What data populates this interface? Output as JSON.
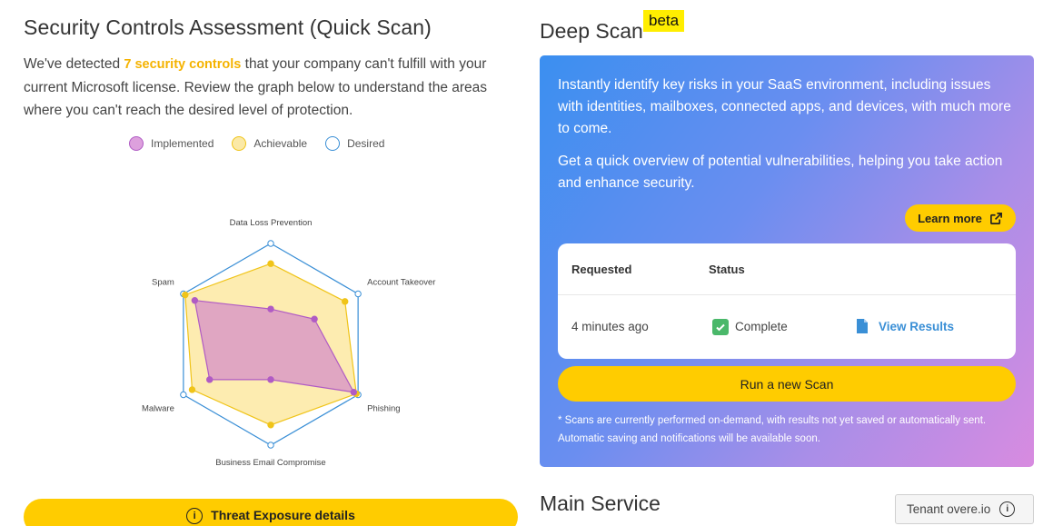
{
  "quick_scan": {
    "title": "Security Controls Assessment (Quick Scan)",
    "intro_before": "We've detected ",
    "intro_highlight": "7 security controls",
    "intro_after": " that your company can't fulfill with your current Microsoft license. Review the graph below to understand the areas where you can't reach the desired level of protection.",
    "legend": {
      "implemented": "Implemented",
      "achievable": "Achievable",
      "desired": "Desired"
    },
    "threat_button_label": "Threat Exposure details"
  },
  "chart_data": {
    "type": "radar",
    "axes": [
      "Data Loss Prevention",
      "Account Takeover",
      "Phishing",
      "Business Email Compromise",
      "Malware",
      "Spam"
    ],
    "series": [
      {
        "name": "Implemented",
        "values": [
          0.35,
          0.5,
          0.95,
          0.35,
          0.7,
          0.87
        ],
        "color": "#b05bc4"
      },
      {
        "name": "Achievable",
        "values": [
          0.8,
          0.85,
          0.98,
          0.8,
          0.9,
          0.98
        ],
        "color": "#f0c419"
      },
      {
        "name": "Desired",
        "values": [
          1,
          1,
          1,
          1,
          1,
          1
        ],
        "color": "#3a8fd6"
      }
    ],
    "range": [
      0,
      1
    ],
    "legend_position": "top"
  },
  "deep_scan": {
    "title": "Deep Scan",
    "badge": "beta",
    "description_1": "Instantly identify key risks in your SaaS environment, including issues with identities, mailboxes, connected apps, and devices, with much more to come.",
    "description_2": "Get a quick overview of potential vulnerabilities, helping you take action and enhance security.",
    "learn_more_label": "Learn more",
    "table": {
      "col_requested": "Requested",
      "col_status": "Status",
      "requested_value": "4 minutes ago",
      "status_value": "Complete",
      "view_results_label": "View Results"
    },
    "run_button_label": "Run a new Scan",
    "footnote": "* Scans are currently performed on-demand, with results not yet saved or automatically sent. Automatic saving and notifications will be available soon."
  },
  "main_service": {
    "title": "Main Service",
    "tenant_label": "Tenant overe.io"
  },
  "colors": {
    "accent_yellow": "#ffcc00",
    "link_blue": "#3a8fd6",
    "success_green": "#4ab86a"
  }
}
